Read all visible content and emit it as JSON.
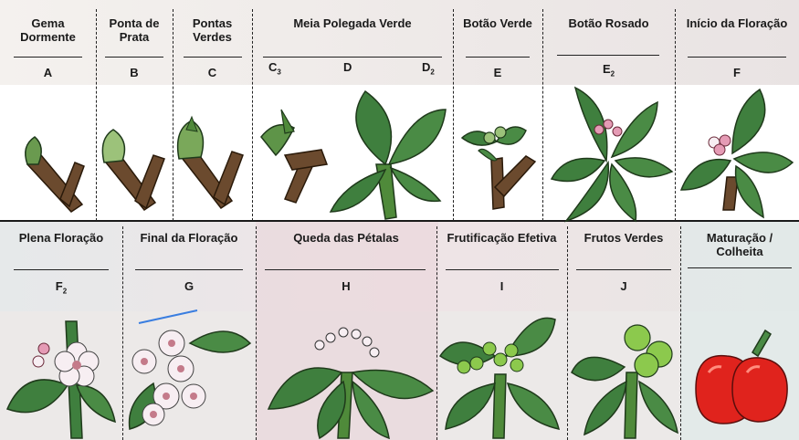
{
  "row1": [
    {
      "title": "Gema\nDormente",
      "code": "A",
      "sub": ""
    },
    {
      "title": "Ponta de\nPrata",
      "code": "B",
      "sub": ""
    },
    {
      "title": "Pontas\nVerdes",
      "code": "C",
      "sub": ""
    },
    {
      "title": "Meia Polegada Verde",
      "code": "D",
      "sub": "",
      "codes_extra": {
        "left": "C",
        "left_sub": "3",
        "right": "D",
        "right_sub": "2"
      }
    },
    {
      "title": "Botão Verde",
      "code": "E",
      "sub": ""
    },
    {
      "title": "Botão Rosado",
      "code": "E",
      "sub": "2"
    },
    {
      "title": "Início da Floração",
      "code": "F",
      "sub": ""
    }
  ],
  "row2": [
    {
      "title": "Plena Floração",
      "code": "F",
      "sub": "2"
    },
    {
      "title": "Final da Floração",
      "code": "G",
      "sub": ""
    },
    {
      "title": "Queda das Pétalas",
      "code": "H",
      "sub": ""
    },
    {
      "title": "Frutificação Efetiva",
      "code": "I",
      "sub": ""
    },
    {
      "title": "Frutos Verdes",
      "code": "J",
      "sub": ""
    },
    {
      "title": "Maturação /\nColheita",
      "code": "",
      "sub": ""
    }
  ],
  "colors": {
    "leaf": "#3f7f3e",
    "leaf_dark": "#23502a",
    "stem": "#6b4a2e",
    "petal": "#f7eef2",
    "pink": "#e59bb5",
    "fruit_green": "#8cc94d",
    "fruit_red": "#e0231d",
    "header_bg_light": "#f1efec"
  }
}
